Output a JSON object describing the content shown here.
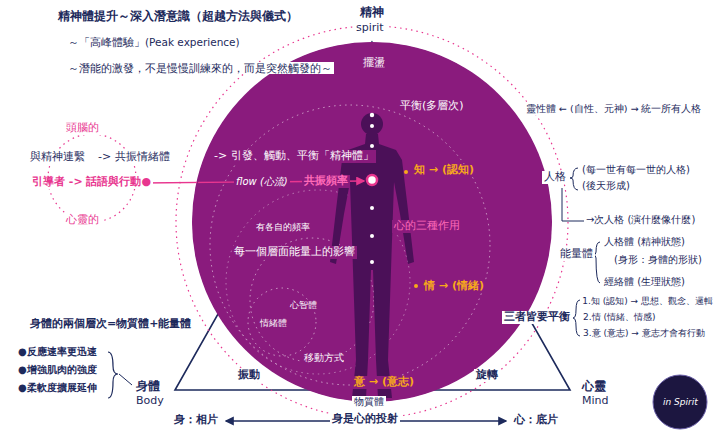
{
  "diagram": {
    "title": "精神體提升～深入潛意識（超越方法與儀式）",
    "nodes": [
      {
        "text": [
          "擺盪",
          "-> 引發、觸動、平衡「精神體」",
          "平衡(多層次)",
          "flow (心流)",
          "共振頻率",
          "知 → (認知)",
          "心的三種作用",
          "有各自的頻率",
          "每一個層面能量上的影響",
          "情 → (情緒)",
          "心智體",
          "情緒體",
          "移動方式",
          "意 → (意志)"
        ]
      },
      {
        "text": [
          "in Spirit"
        ]
      }
    ],
    "labels": [
      "～「高峰體驗」(Peak experience)",
      "～潛能的激發，不是慢慢訓練來的，而是突然觸發的～",
      "精神",
      "spirit",
      "與精神連繫",
      "-> 共振情緒體",
      "頭腦的",
      "引導者 -> 話語與行動●",
      "心靈的",
      "靈性體 ← (自性、元神) → 統一所有人格",
      "人格",
      "(每一世有每一世的人格)",
      "(後天形成)",
      "→次人格 (演什麼像什麼)",
      "能量體",
      "人格體 (精神狀態)",
      "(身形：身體的形狀)",
      "經絡體 (生理狀態)",
      "三者皆要平衡",
      "1.知 (認知) → 思想、觀念、邏輯",
      "2.情 (情緒、情感)",
      "3.意 (意志) → 意志才會有行動",
      "身體的兩個層次=物質體+能量體",
      "振動",
      "旋轉",
      "●反應速率更迅速",
      "●增強肌肉的強度",
      "●柔軟度擴展延伸",
      "身體",
      "Body",
      "物質體",
      "心靈",
      "Mind",
      "身：相片",
      "身是心的投射",
      "心：底片"
    ]
  }
}
